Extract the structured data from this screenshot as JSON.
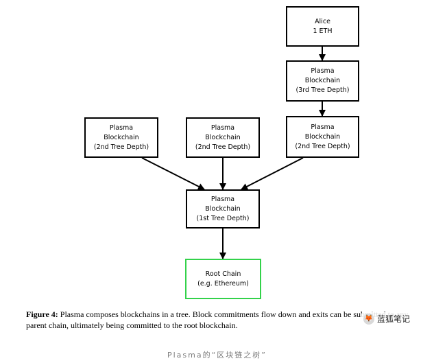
{
  "diagram": {
    "nodes": {
      "alice": [
        "Alice",
        "1 ETH"
      ],
      "plasma_3rd": [
        "Plasma",
        "Blockchain",
        "(3rd Tree Depth)"
      ],
      "plasma_2nd_left": [
        "Plasma",
        "Blockchain",
        "(2nd Tree Depth)"
      ],
      "plasma_2nd_mid": [
        "Plasma",
        "Blockchain",
        "(2nd Tree Depth)"
      ],
      "plasma_2nd_right": [
        "Plasma",
        "Blockchain",
        "(2nd Tree Depth)"
      ],
      "plasma_1st": [
        "Plasma",
        "Blockchain",
        "(1st Tree Depth)"
      ],
      "root_chain": [
        "Root Chain",
        "(e.g. Ethereum)"
      ]
    },
    "colors": {
      "border": "#000000",
      "root_border": "#33d24a"
    }
  },
  "caption": {
    "label": "Figure 4:",
    "text": "Plasma composes blockchains in a tree. Block commitments flow down and exits can be submitted to any parent chain, ultimately being committed to the root blockchain."
  },
  "watermark": {
    "text": "蓝狐笔记",
    "icon": "fox-avatar-icon"
  },
  "subtitle": "Plasma的“区块链之树”"
}
